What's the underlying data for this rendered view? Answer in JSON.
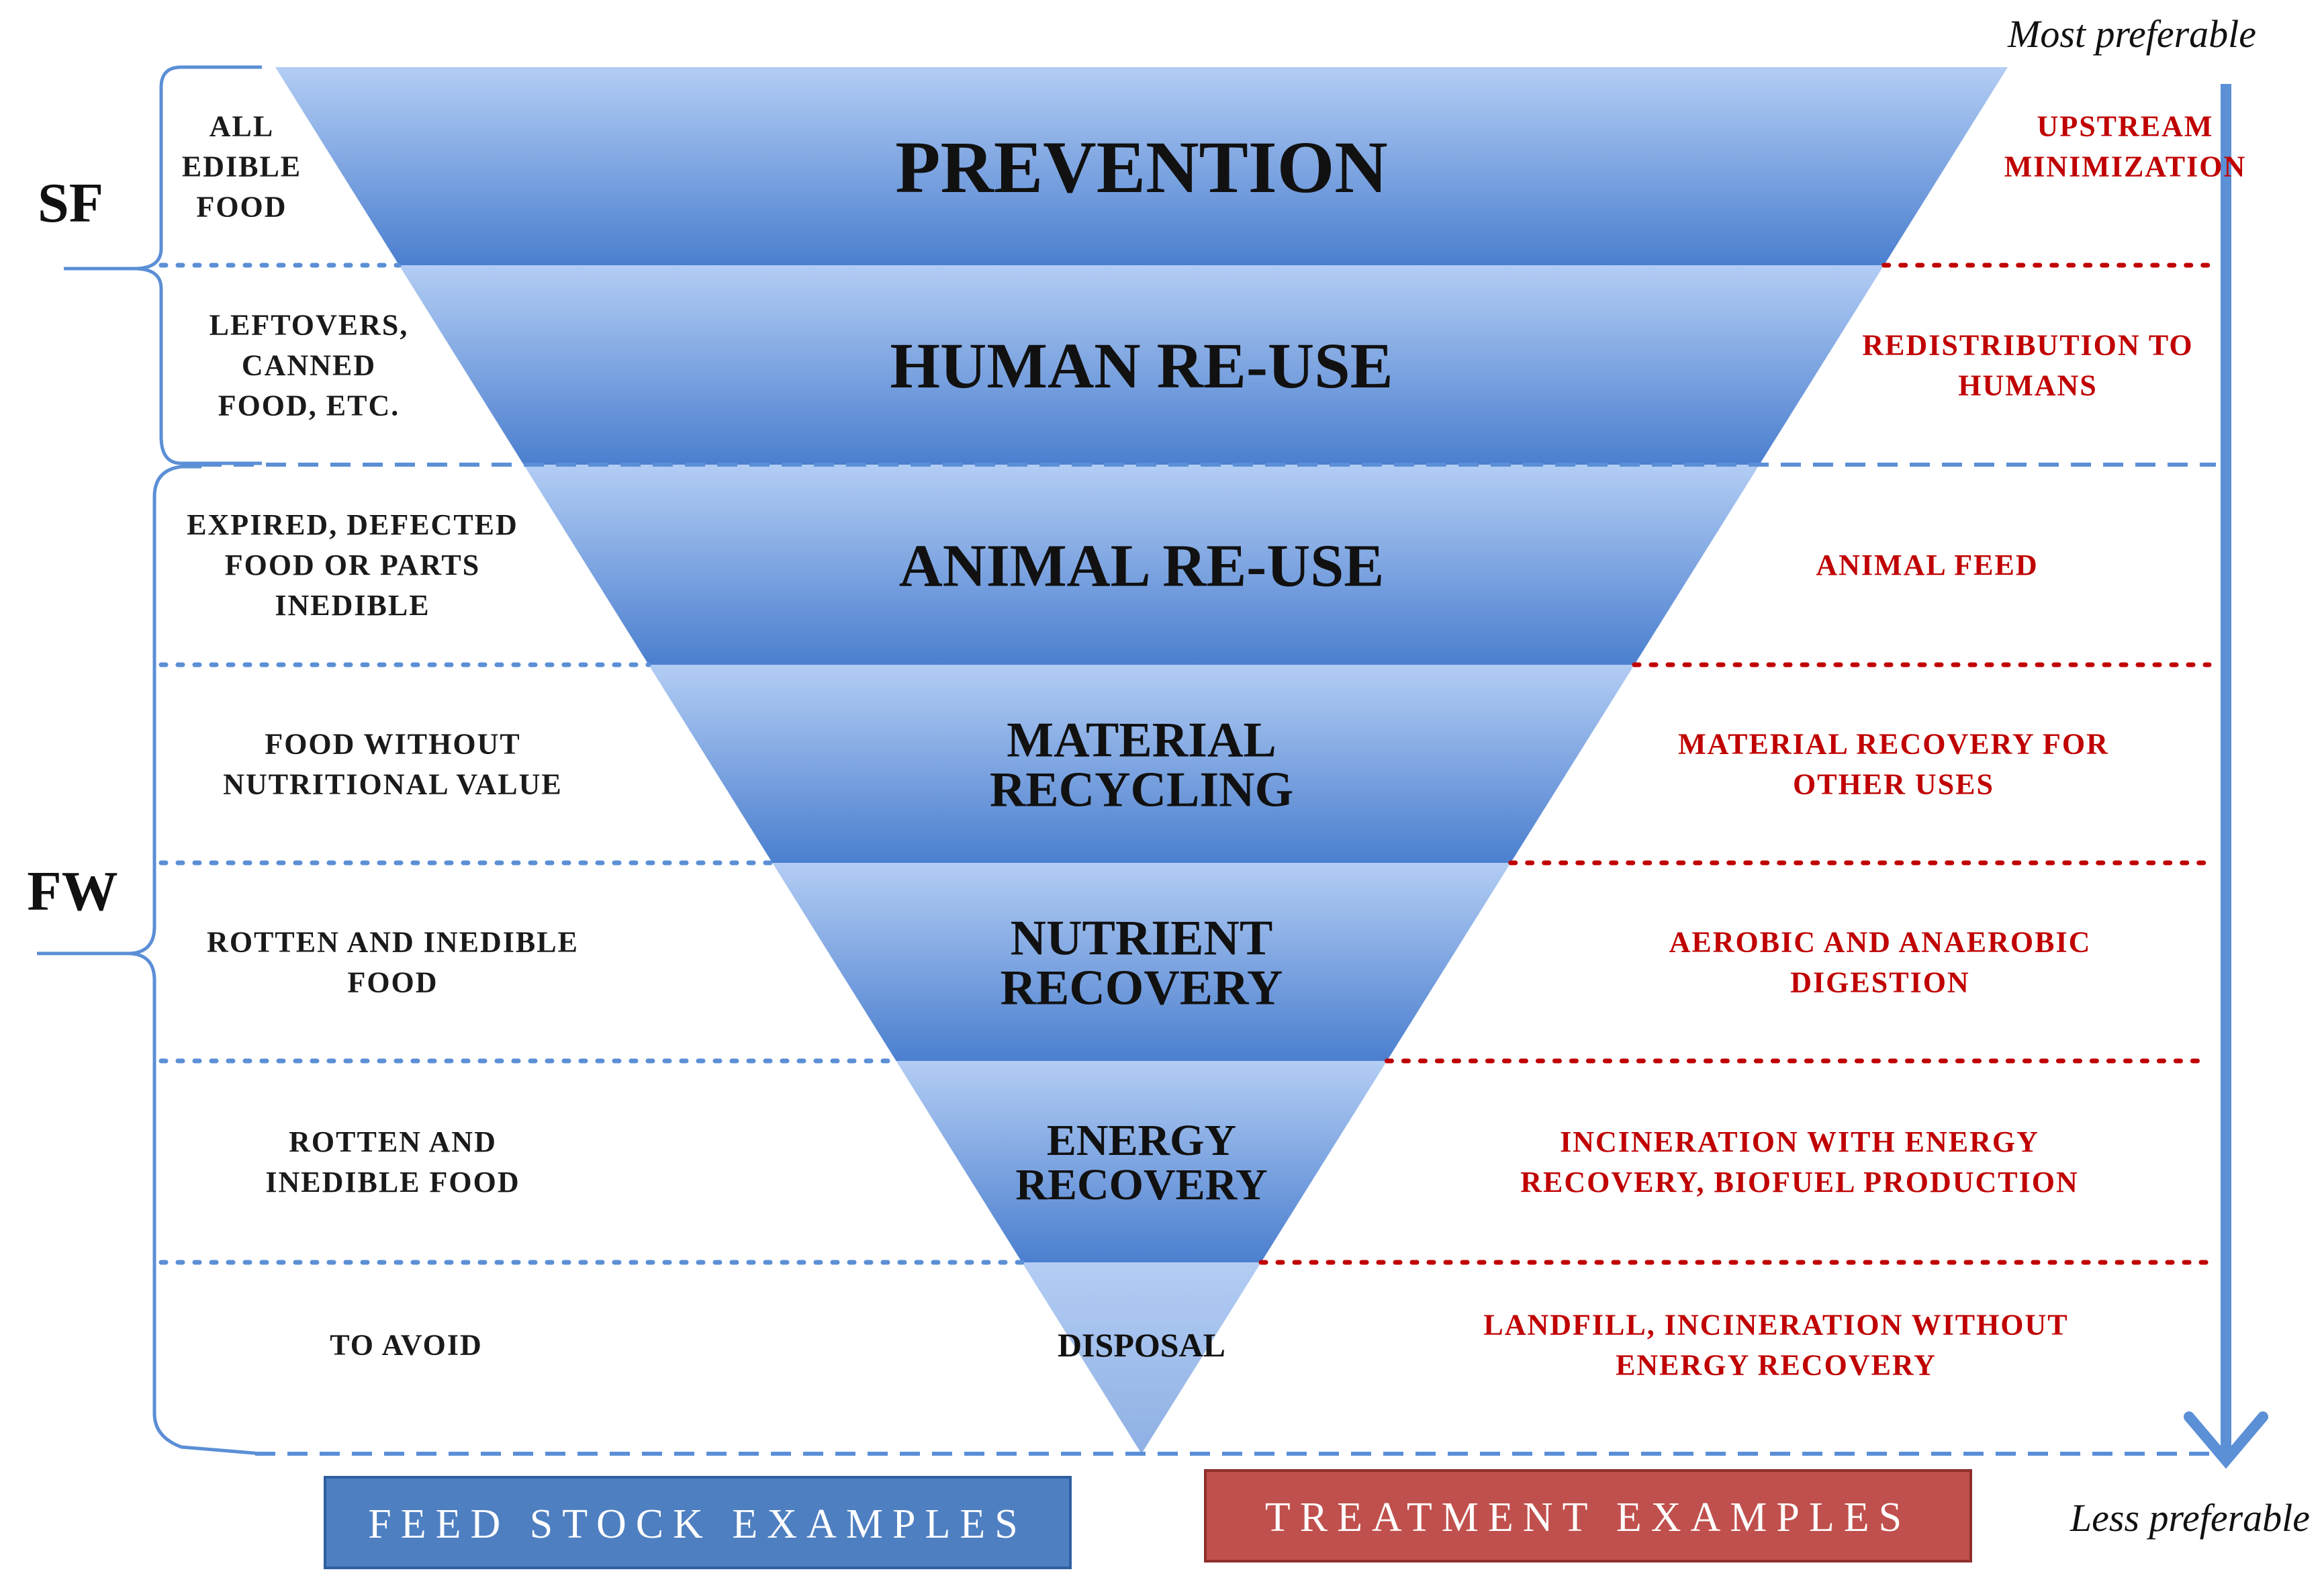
{
  "diagram": {
    "levels": [
      {
        "label": [
          "PREVENTION"
        ],
        "feedstock": [
          "ALL",
          "EDIBLE",
          "FOOD"
        ],
        "treatment": [
          "UPSTREAM",
          "MINIMIZATION"
        ]
      },
      {
        "label": [
          "HUMAN RE-USE"
        ],
        "feedstock": [
          "LEFTOVERS,",
          "CANNED",
          "FOOD, ETC."
        ],
        "treatment": [
          "REDISTRIBUTION TO",
          "HUMANS"
        ]
      },
      {
        "label": [
          "ANIMAL RE-USE"
        ],
        "feedstock": [
          "EXPIRED, DEFECTED",
          "FOOD OR PARTS",
          "INEDIBLE"
        ],
        "treatment": [
          "ANIMAL FEED"
        ]
      },
      {
        "label": [
          "MATERIAL",
          "RECYCLING"
        ],
        "feedstock": [
          "FOOD  WITHOUT",
          "NUTRITIONAL VALUE"
        ],
        "treatment": [
          "MATERIAL RECOVERY FOR",
          "OTHER USES"
        ]
      },
      {
        "label": [
          "NUTRIENT",
          "RECOVERY"
        ],
        "feedstock": [
          "ROTTEN AND INEDIBLE",
          "FOOD"
        ],
        "treatment": [
          "AEROBIC AND ANAEROBIC",
          "DIGESTION"
        ]
      },
      {
        "label": [
          "ENERGY",
          "RECOVERY"
        ],
        "feedstock": [
          "ROTTEN AND",
          "INEDIBLE FOOD"
        ],
        "treatment": [
          "INCINERATION WITH  ENERGY",
          "RECOVERY, BIOFUEL PRODUCTION"
        ]
      },
      {
        "label": [
          "DISPOSAL"
        ],
        "feedstock": [
          "TO AVOID"
        ],
        "treatment": [
          "LANDFILL, INCINERATION WITHOUT",
          "ENERGY RECOVERY"
        ]
      }
    ],
    "groups": {
      "sf": "SF",
      "fw": "FW"
    },
    "preference": {
      "top": "Most preferable",
      "bottom": "Less preferable"
    },
    "legend": {
      "feedstock": "FEED STOCK EXAMPLES",
      "treatment": "TREATMENT EXAMPLES"
    },
    "colors": {
      "band_light": "#b3cdf4",
      "band_dark": "#4b7fcf",
      "feedstock_box": "#4e7fc1",
      "treatment_box": "#c0504d",
      "treatment_text": "#c00000",
      "arrow": "#5b8fd6",
      "divider_blue": "#5b8fd6",
      "divider_red": "#c00000"
    }
  }
}
